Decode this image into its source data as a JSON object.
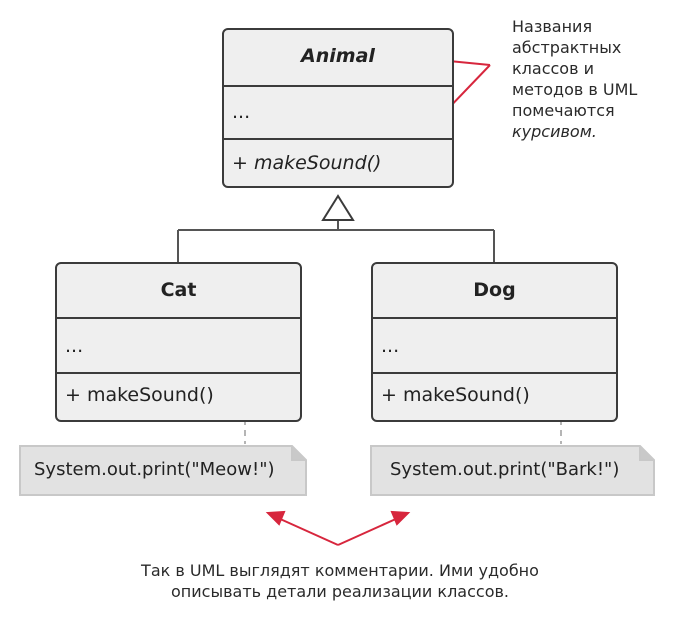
{
  "classes": {
    "animal": {
      "name": "Animal",
      "fields": "...",
      "method": "+ makeSound()"
    },
    "cat": {
      "name": "Cat",
      "fields": "...",
      "method": "+ makeSound()"
    },
    "dog": {
      "name": "Dog",
      "fields": "...",
      "method": "+ makeSound()"
    }
  },
  "notes": {
    "cat": "System.out.print(\"Meow!\")",
    "dog": "System.out.print(\"Bark!\")"
  },
  "annotations": {
    "side": {
      "line1": "Названия",
      "line2": "абстрактных",
      "line3": "классов и",
      "line4": "методов в UML",
      "line5": "помечаются",
      "line6": "курсивом."
    },
    "bottom": {
      "line1": "Так в UML выглядят комментарии. Ими удобно",
      "line2": "описывать детали реализации классов."
    }
  },
  "colors": {
    "accent": "#d7263d",
    "box_fill": "#efefef",
    "border": "#3b3b3b",
    "note_fill": "#e2e2e2",
    "connector": "#b5b5b5"
  }
}
